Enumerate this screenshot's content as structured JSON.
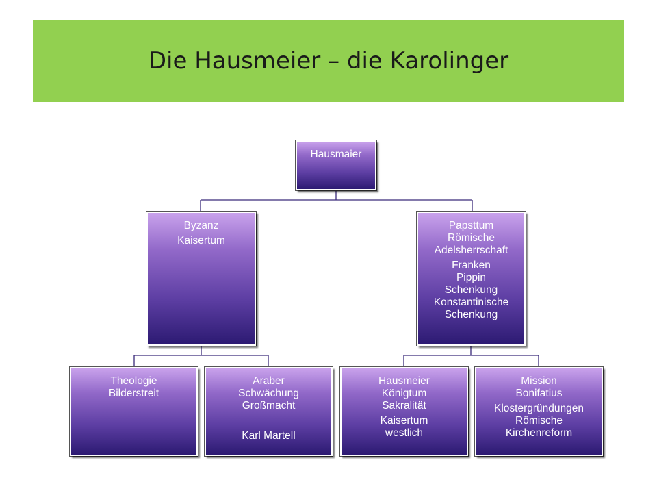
{
  "slide": {
    "title": "Die Hausmeier – die Karolinger"
  },
  "nodes": {
    "root": {
      "groups": [
        [
          "Hausmaier"
        ]
      ]
    },
    "left": {
      "groups": [
        [
          "Byzanz"
        ],
        [
          "Kaisertum"
        ]
      ]
    },
    "right": {
      "groups": [
        [
          "Papsttum",
          "Römische",
          "Adelsherrschaft"
        ],
        [
          "Franken",
          "Pippin",
          "Schenkung",
          "Konstantinische",
          "Schenkung"
        ]
      ]
    },
    "ll": {
      "groups": [
        [
          "Theologie",
          "Bilderstreit"
        ]
      ]
    },
    "lr": {
      "groups": [
        [
          "Araber",
          "Schwächung",
          "Großmacht"
        ],
        [
          ""
        ],
        [
          "Karl Martell"
        ]
      ]
    },
    "rl": {
      "groups": [
        [
          "Hausmeier",
          "Königtum",
          "Sakralität"
        ],
        [
          "Kaisertum",
          "westlich"
        ]
      ]
    },
    "rr": {
      "groups": [
        [
          "Mission",
          "Bonifatius"
        ],
        [
          "Klostergründungen",
          "Römische",
          "Kirchenreform"
        ]
      ]
    }
  },
  "colors": {
    "banner": "#92d050",
    "node_top": "#c9a2ec",
    "node_bottom": "#2c1a72",
    "connector": "#3a2a7a"
  }
}
